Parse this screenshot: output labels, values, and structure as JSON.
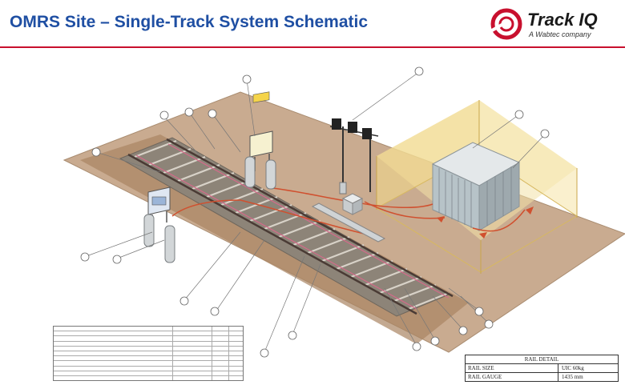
{
  "header": {
    "title": "OMRS Site – Single-Track System Schematic",
    "logo_name": "Track IQ",
    "logo_tagline": "A Wabtec company"
  },
  "colors": {
    "title_blue": "#1f4fa3",
    "brand_red": "#c8102e",
    "ground": "#c9ab90",
    "fence": "#f3e2a8",
    "shelter": "#b7c3c8"
  },
  "legend_table": {
    "rows": [
      [
        "",
        "",
        "",
        ""
      ],
      [
        "",
        "",
        "",
        ""
      ],
      [
        "",
        "",
        "",
        ""
      ],
      [
        "",
        "",
        "",
        ""
      ],
      [
        "",
        "",
        "",
        ""
      ],
      [
        "",
        "",
        "",
        ""
      ],
      [
        "",
        "",
        "",
        ""
      ],
      [
        "",
        "",
        "",
        ""
      ],
      [
        "",
        "",
        "",
        ""
      ],
      [
        "",
        "",
        "",
        ""
      ],
      [
        "",
        "",
        "",
        ""
      ]
    ]
  },
  "rail_detail": {
    "header": "RAIL DETAIL",
    "rows": [
      {
        "label": "RAIL SIZE",
        "value": "UIC 60kg"
      },
      {
        "label": "RAIL GAUGE",
        "value": "1435 mm"
      }
    ]
  }
}
